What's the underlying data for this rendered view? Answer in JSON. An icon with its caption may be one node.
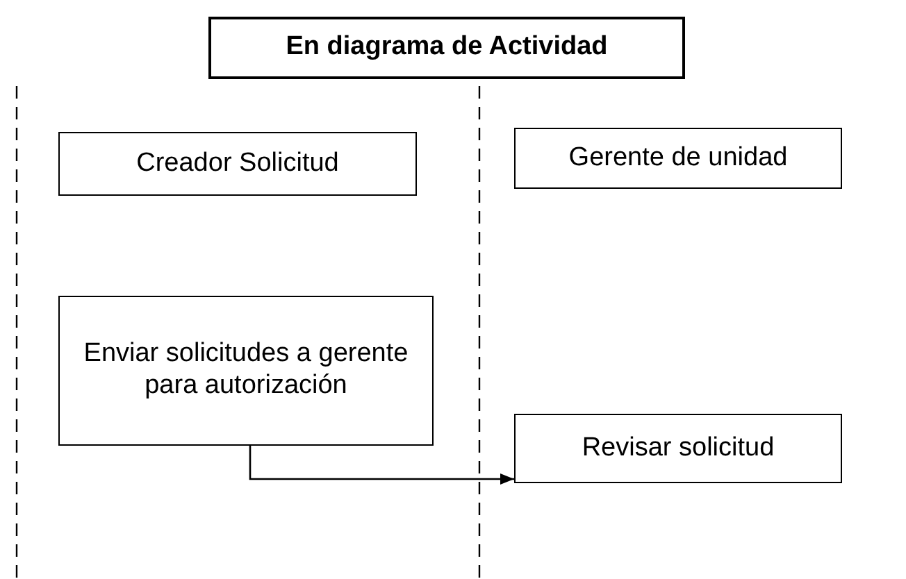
{
  "diagram": {
    "title": "En diagrama de Actividad",
    "nodes": [
      {
        "text": [
          "Creador Solicitud"
        ]
      },
      {
        "text": [
          "Gerente de unidad"
        ]
      },
      {
        "text": [
          "Enviar solicitudes a gerente para autorización"
        ]
      },
      {
        "text": [
          "Revisar solicitud"
        ]
      }
    ],
    "edges": [
      {
        "from": 2,
        "to": 3,
        "arrow": "to"
      }
    ]
  }
}
